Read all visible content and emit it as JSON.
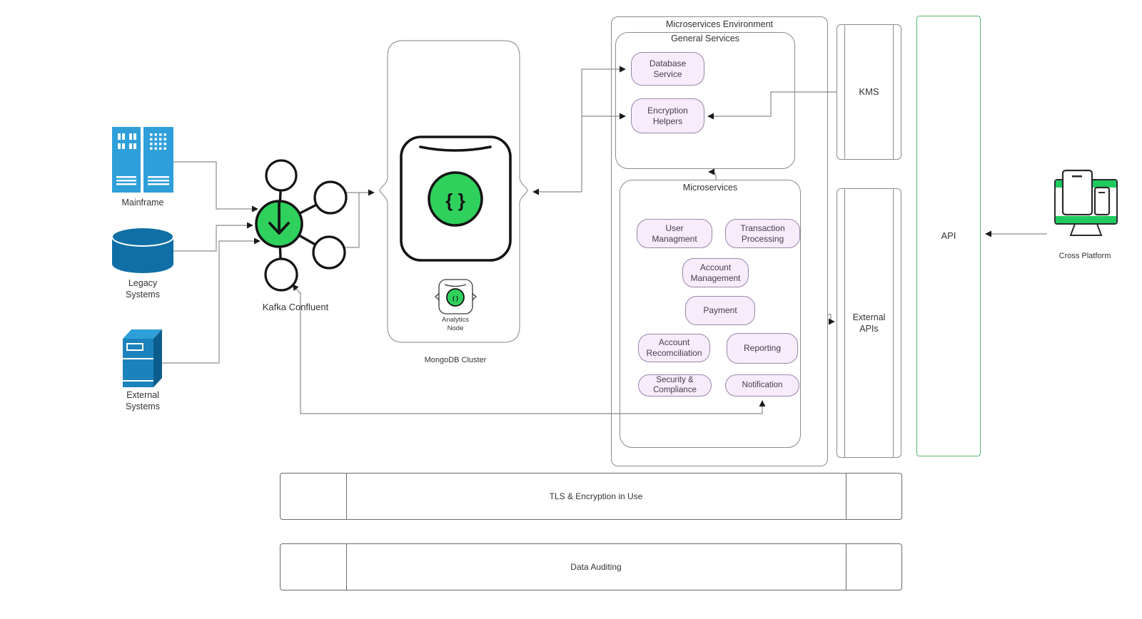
{
  "nodes": {
    "mainframe": {
      "label": "Mainframe"
    },
    "legacy_systems": {
      "label": "Legacy\nSystems"
    },
    "external_systems": {
      "label": "External\nSystems"
    },
    "kafka": {
      "label": "Kafka Confluent"
    },
    "mongodb_cluster": {
      "label": "MongoDB Cluster",
      "node_glyph": "{ }",
      "analytics": {
        "label": "Analytics\nNode",
        "glyph": "( )"
      }
    },
    "kms": {
      "label": "KMS"
    },
    "external_apis": {
      "label": "External\nAPIs"
    },
    "api": {
      "label": "API"
    },
    "cross_platform": {
      "label": "Cross Platform"
    }
  },
  "microservices_environment": {
    "title": "Microservices Environment",
    "general_services": {
      "title": "General Services",
      "services": [
        {
          "label": "Database\nService"
        },
        {
          "label": "Encryption\nHelpers"
        }
      ]
    },
    "microservices": {
      "title": "Microservices",
      "services": [
        {
          "label": "User\nManagment"
        },
        {
          "label": "Transaction\nProcessing"
        },
        {
          "label": "Account\nManagement"
        },
        {
          "label": "Payment"
        },
        {
          "label": "Account\nRecomciliation"
        },
        {
          "label": "Reporting"
        },
        {
          "label": "Security &\nCompliance"
        },
        {
          "label": "Notification"
        }
      ]
    }
  },
  "banners": [
    {
      "label": "TLS & Encryption in Use"
    },
    {
      "label": "Data Auditing"
    }
  ],
  "colors": {
    "icon_blue": "#2e9fd9",
    "icon_blue_dark": "#0f6fa6",
    "icon_blue_mid": "#1b82bb",
    "green": "#2fd15c",
    "cross_platform_green": "#1ecb5f",
    "api_border_green": "#57b868",
    "pill_fill": "#f7ecf9",
    "pill_border": "#9a85ad",
    "connector_gray": "#8c8c8c",
    "box_border_gray": "#8a8a8a",
    "ink": "#1a1a1a"
  }
}
